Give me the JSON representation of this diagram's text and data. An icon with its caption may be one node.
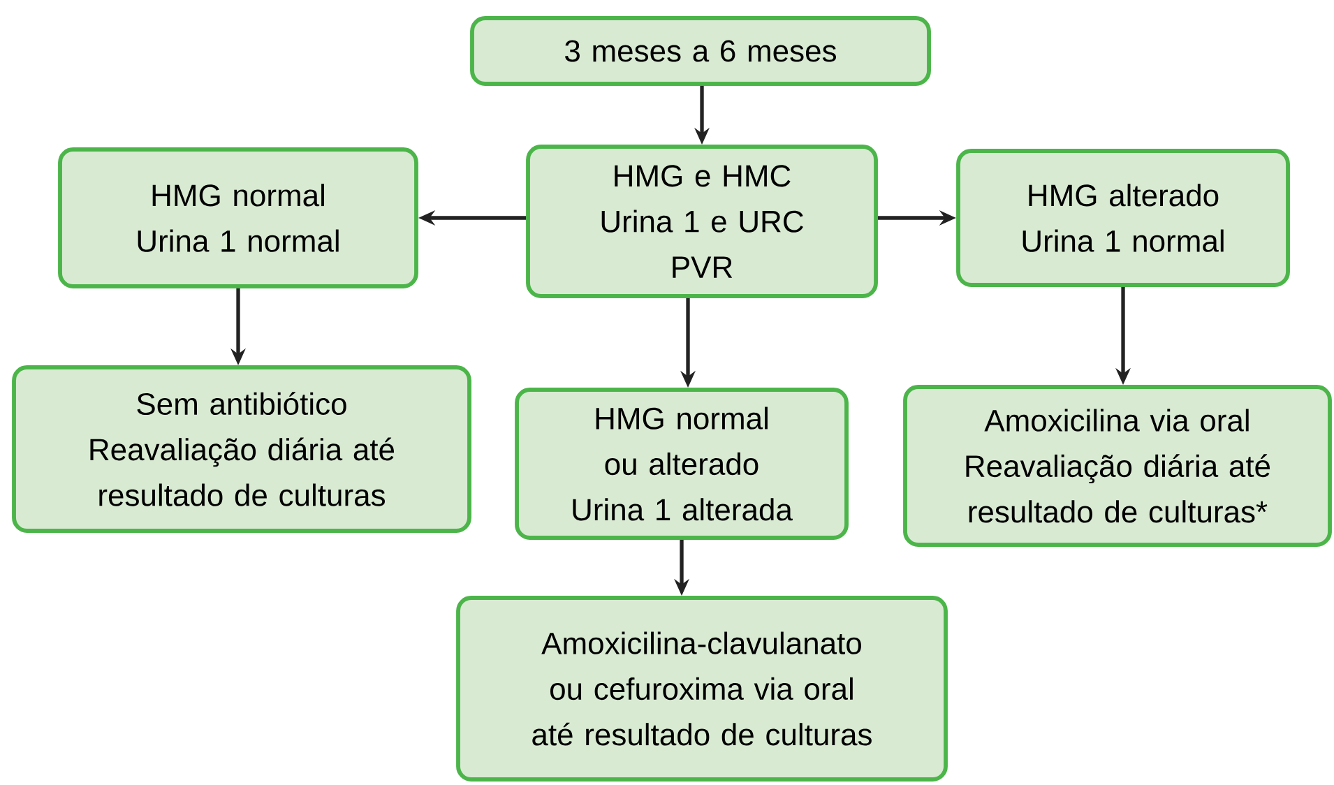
{
  "diagram": {
    "nodes": [
      {
        "text": [
          "3 meses a 6 meses"
        ]
      },
      {
        "text": [
          "HMG e HMC",
          "Urina 1 e URC",
          "PVR"
        ]
      },
      {
        "text": [
          "HMG normal",
          "Urina 1 normal"
        ]
      },
      {
        "text": [
          "HMG alterado",
          "Urina 1 normal"
        ]
      },
      {
        "text": [
          "Sem antibiótico",
          "Reavaliação diária até resultado de culturas"
        ]
      },
      {
        "text": [
          "HMG normal ou alterado",
          "Urina 1 alterada"
        ]
      },
      {
        "text": [
          "Amoxicilina via oral",
          "Reavaliação diária até resultado de culturas*"
        ]
      },
      {
        "text": [
          "Amoxicilina-clavulanato ou cefuroxima via oral até resultado de culturas"
        ]
      }
    ],
    "edges": [
      {
        "from": 0,
        "to": 1,
        "arrow": "to"
      },
      {
        "from": 1,
        "to": 2,
        "arrow": "to"
      },
      {
        "from": 1,
        "to": 3,
        "arrow": "to"
      },
      {
        "from": 2,
        "to": 4,
        "arrow": "to"
      },
      {
        "from": 1,
        "to": 5,
        "arrow": "to"
      },
      {
        "from": 3,
        "to": 6,
        "arrow": "to"
      },
      {
        "from": 5,
        "to": 7,
        "arrow": "to"
      }
    ]
  }
}
